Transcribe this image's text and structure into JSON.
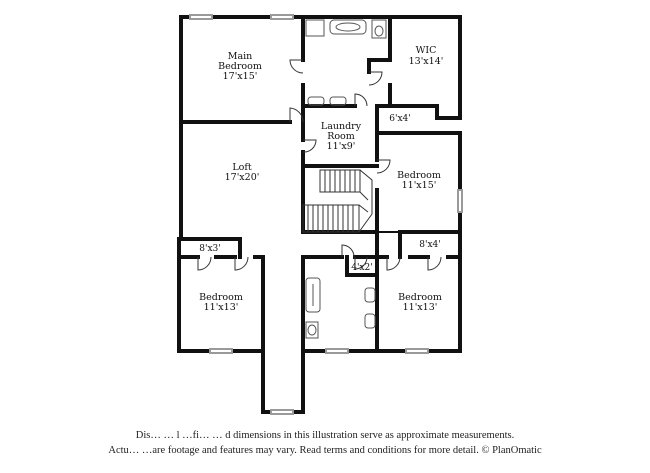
{
  "rooms": {
    "main_bedroom": {
      "name": "Main",
      "name2": "Bedroom",
      "size": "17'x15'"
    },
    "wic": {
      "name": "WIC",
      "size": "13'x14'"
    },
    "closet_6x4": {
      "size": "6'x4'"
    },
    "laundry": {
      "name": "Laundry",
      "name2": "Room",
      "size": "11'x9'"
    },
    "loft": {
      "name": "Loft",
      "size": "17'x20'"
    },
    "bedroom_right": {
      "name": "Bedroom",
      "size": "11'x15'"
    },
    "closet_8x3": {
      "size": "8'x3'"
    },
    "closet_8x4": {
      "size": "8'x4'"
    },
    "closet_4x2": {
      "size": "4'x2'"
    },
    "bedroom_left": {
      "name": "Bedroom",
      "size": "11'x13'"
    },
    "bedroom_bottom_right": {
      "name": "Bedroom",
      "size": "11'x13'"
    }
  },
  "disclaimer": {
    "line1": "Dis… … l …fi… … d dimensions in this illustration serve as approximate measurements.",
    "line2": "Actu… …are footage and features may vary. Read terms and conditions for more detail. © PlanOmatic"
  },
  "colors": {
    "wall": "#111111",
    "fixture": "#555555",
    "window": "#9a9a9a"
  }
}
